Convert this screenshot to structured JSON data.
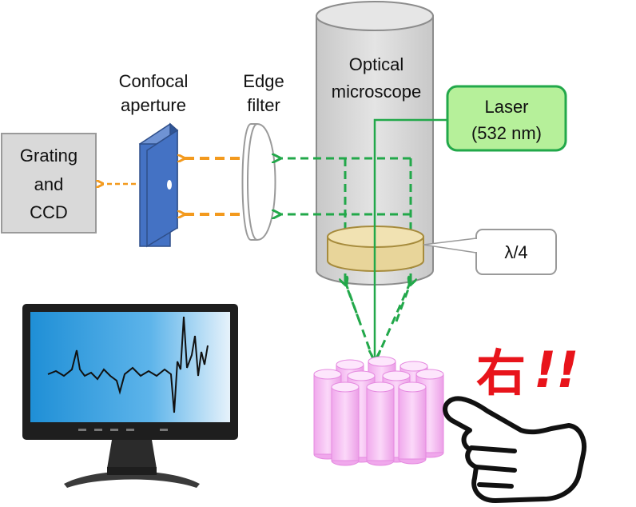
{
  "labels": {
    "confocal_line1": "Confocal",
    "confocal_line2": "aperture",
    "edge_line1": "Edge",
    "edge_line2": "filter",
    "microscope_line1": "Optical",
    "microscope_line2": "microscope",
    "laser_line1": "Laser",
    "laser_line2": "(532 nm)",
    "grating_line1": "Grating",
    "grating_line2": "and",
    "grating_line3": "CCD",
    "waveplate": "λ/4",
    "kanji": "右",
    "exclaim": "!!"
  },
  "colors": {
    "laser_green": "#22a84a",
    "laser_box_fill": "#b6f09a",
    "orange_beam": "#f39a1e",
    "aperture_blue": "#4472c4",
    "grating_fill": "#d9d9d9",
    "kanji_red": "#e8141b",
    "fiber_pink": "#f5b8f2",
    "waveplate_fill": "#e8d59a"
  },
  "icons": {
    "monitor": "monitor-icon",
    "pointing_hand": "pointing-hand-icon",
    "fiber_bundle": "nanopillar-sample-icon"
  }
}
